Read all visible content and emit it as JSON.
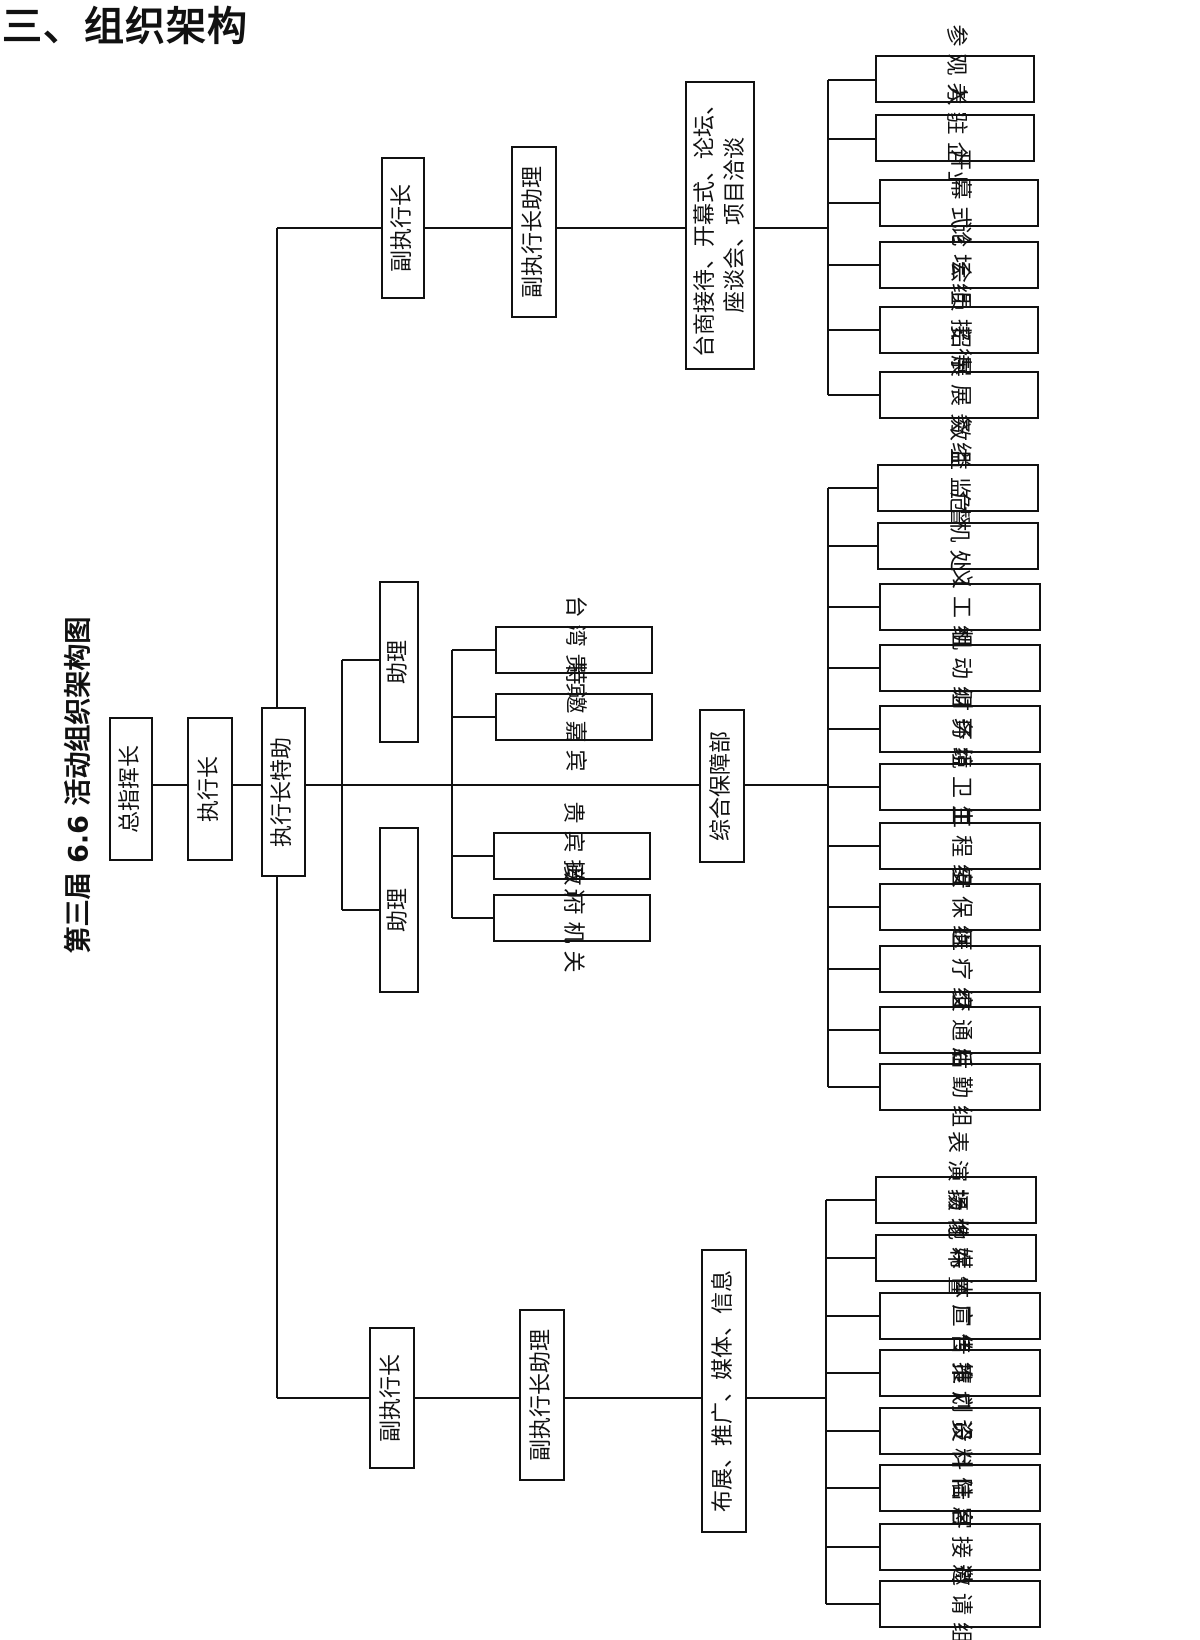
{
  "heading": "三、组织架构",
  "diagram": {
    "caption": "第三届 6.6 活动组织架构图",
    "root": "总指挥长",
    "executive": "执行长",
    "special_assistant": "执行长特助",
    "assistants": [
      "助理",
      "助理"
    ],
    "guest_groups": [
      "台 湾 贵 宾",
      "特 邀 嘉 宾",
      "贵 宾 接 送",
      "政 府 机 关"
    ],
    "branch_top": {
      "deputy": "副执行长",
      "deputy_assistant": "副执行长助理",
      "department": [
        "台商接待、开幕式、论坛、",
        "座谈会、项目洽谈"
      ],
      "groups": [
        "参 观 考 察",
        "入 驻 企 业",
        "开 幕 式 组",
        "论 坛 组",
        "会 员 接 待 组",
        "招 展 展 务 组"
      ]
    },
    "branch_middle": {
      "department": "综合保障部",
      "groups": [
        "效 益 监 督 组",
        "危 机 处 理",
        "义 工 组",
        "机 动 组",
        "财 务 组",
        "环 境 卫 生 组",
        "工 程 组",
        "安 保 组",
        "医 疗 组",
        "交 通 组",
        "后 勤 组"
      ]
    },
    "branch_bottom": {
      "deputy": "副执行长",
      "deputy_assistant": "副执行长助理",
      "department": "布展、推广、媒体、信息",
      "groups": [
        "表 演 摄 像 组",
        "场 地 布 置 组",
        "媒 体 宣 传 组",
        "广 告 推 广 组",
        "策 划 设 计 组",
        "资 料 信 息 组",
        "陆 客 接 待 组",
        "邀 请 组"
      ]
    }
  }
}
